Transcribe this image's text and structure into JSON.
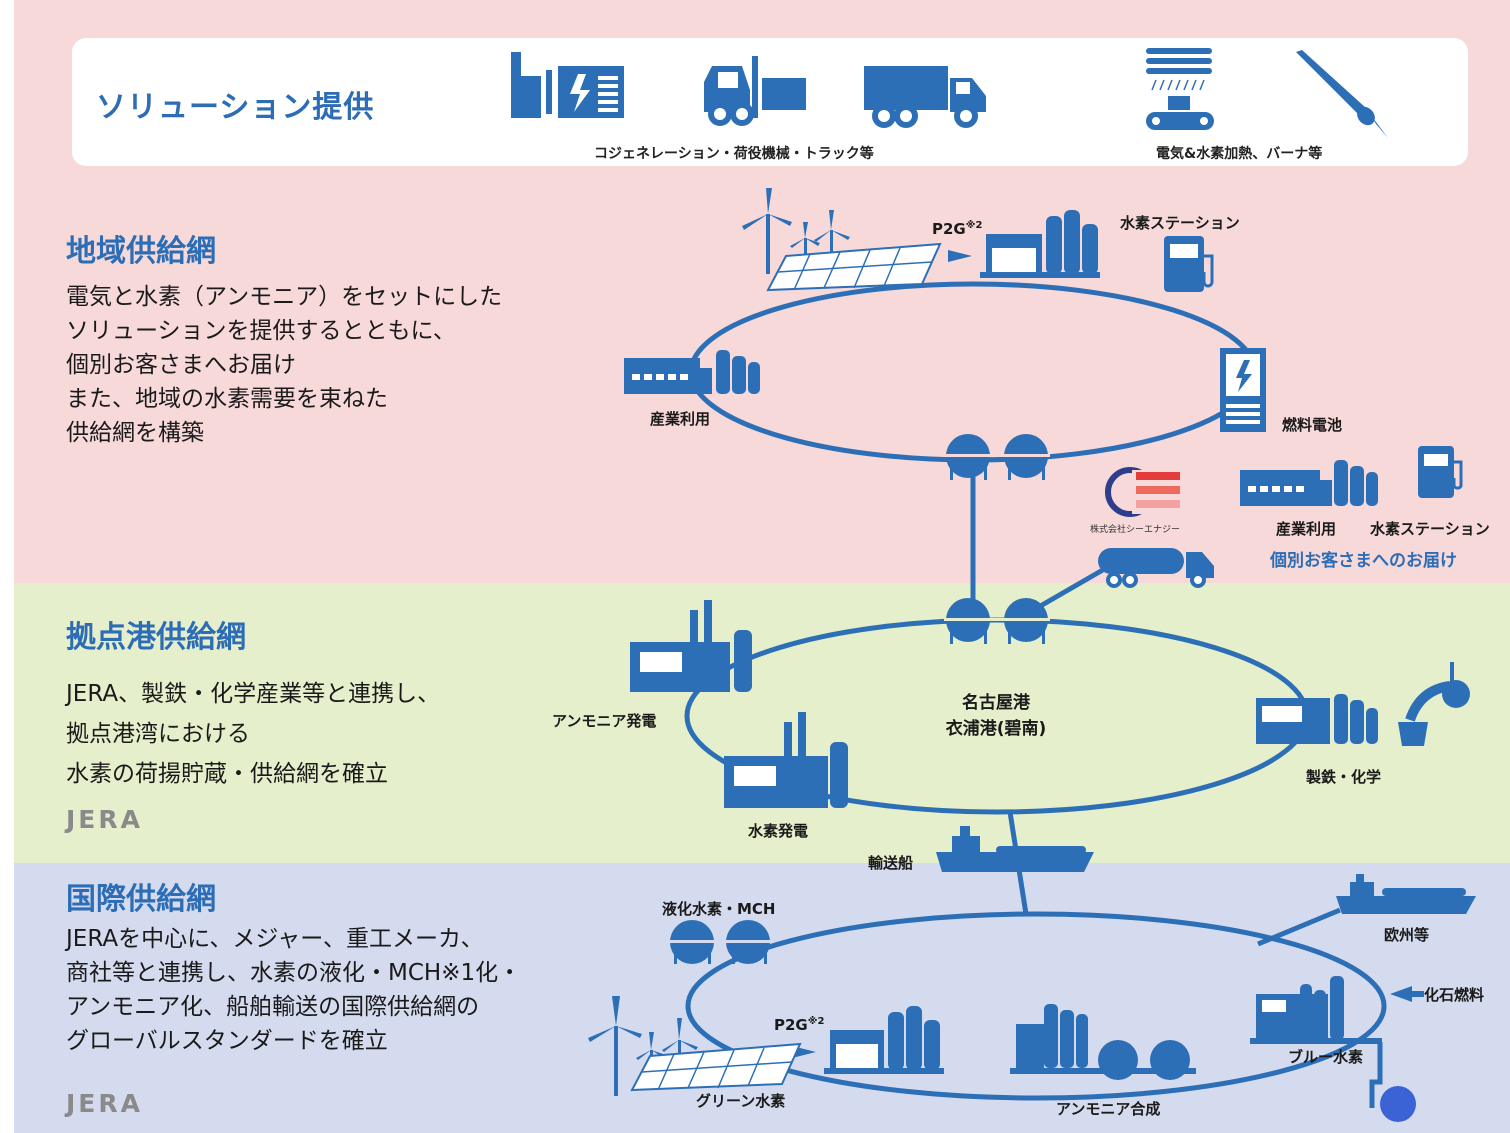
{
  "solution": {
    "title": "ソリューション提供",
    "caption_left": "コジェネレーション・荷役機械・トラック等",
    "caption_right": "電気&水素加熱、バーナ等"
  },
  "local": {
    "title": "地域供給網",
    "body": "電気と水素（アンモニア）をセットにした\nソリューションを提供するとともに、\n個別お客さまへお届け\nまた、地域の水素需要を束ねた\n供給網を構築",
    "labels": {
      "p2g": "P2G",
      "p2g_note": "※2",
      "h2_station": "水素ステーション",
      "industry": "産業利用",
      "fuel_cell": "燃料電池",
      "company": "株式会社シーエナジー",
      "industry2": "産業利用",
      "h2_station2": "水素ステーション",
      "delivery": "個別お客さまへのお届け"
    }
  },
  "port": {
    "title": "拠点港供給網",
    "body": "JERA、製鉄・化学産業等と連携し、\n拠点港湾における\n水素の荷揚貯蔵・供給網を確立",
    "logo": "JERA",
    "labels": {
      "ammonia_power": "アンモニア発電",
      "port_name1": "名古屋港",
      "port_name2": "衣浦港(碧南)",
      "steel": "製鉄・化学",
      "h2_power": "水素発電",
      "ship": "輸送船"
    }
  },
  "intl": {
    "title": "国際供給網",
    "body": "JERAを中心に、メジャー、重工メーカ、\n商社等と連携し、水素の液化・MCH※1化・\nアンモニア化、船舶輸送の国際供給網の\nグローバルスタンダードを確立",
    "logo": "JERA",
    "labels": {
      "liquid": "液化水素・MCH",
      "europe": "欧州等",
      "fossil": "化石燃料",
      "p2g": "P2G",
      "p2g_note": "※2",
      "blue": "ブルー水素",
      "green": "グリーン水素",
      "ammonia_syn": "アンモニア合成"
    }
  },
  "colors": {
    "icon_blue": "#2d6fb6",
    "title_blue": "#2c6db5",
    "band_local": "#f7d9da",
    "band_port": "#e6efcc",
    "band_intl": "#d5dbef"
  }
}
